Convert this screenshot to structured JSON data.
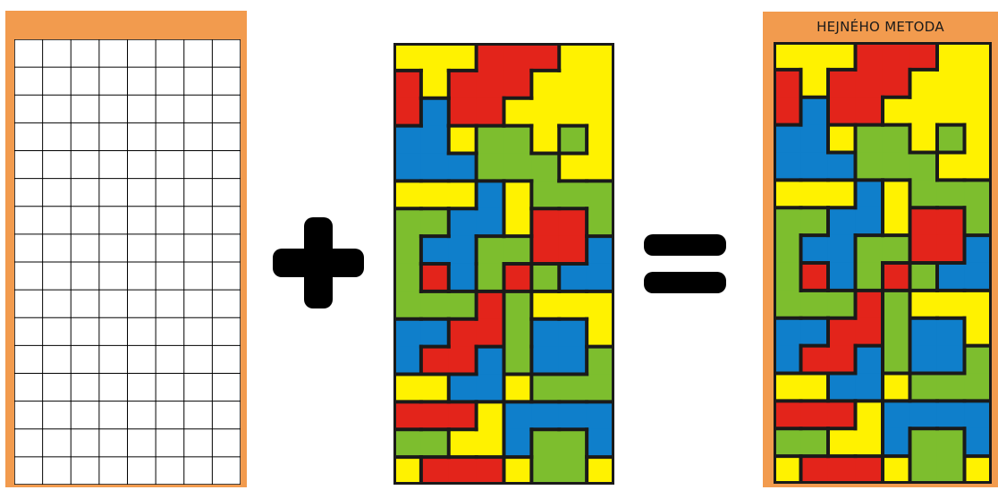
{
  "result": {
    "title": "HEJNÉHO METODA"
  },
  "grid": {
    "rows": 16,
    "cols": 8
  },
  "symbols": {
    "plus": "plus-sign",
    "equals": "equals-sign"
  },
  "colors": {
    "frame": "#F29B4E",
    "outline": "#1a1a1a",
    "yellow": "#FFF200",
    "red": "#E3241B",
    "blue": "#0F7FCB",
    "green": "#7DBE2E"
  },
  "pieces": [
    [
      "Y",
      "Y",
      "Y",
      "R",
      "R",
      "R",
      "Y",
      "Y"
    ],
    [
      "R",
      "Y",
      "R",
      "R",
      "R",
      "Y",
      "Y",
      "Y"
    ],
    [
      "R",
      "B",
      "R",
      "R",
      "Y",
      "Y",
      "Y",
      "Y"
    ],
    [
      "B",
      "B",
      "Y",
      "G",
      "G",
      "Y",
      "G",
      "Y"
    ],
    [
      "B",
      "B",
      "B",
      "G",
      "G",
      "G",
      "Y",
      "Y"
    ],
    [
      "Y",
      "Y",
      "Y",
      "B",
      "Y",
      "G",
      "G",
      "G"
    ],
    [
      "G",
      "G",
      "B",
      "B",
      "Y",
      "R",
      "R",
      "G"
    ],
    [
      "G",
      "B",
      "B",
      "G",
      "G",
      "R",
      "R",
      "B"
    ],
    [
      "G",
      "R",
      "B",
      "G",
      "R",
      "G",
      "B",
      "B"
    ],
    [
      "G",
      "G",
      "G",
      "R",
      "G",
      "Y",
      "Y",
      "Y"
    ],
    [
      "B",
      "B",
      "R",
      "R",
      "G",
      "B",
      "B",
      "Y"
    ],
    [
      "B",
      "R",
      "R",
      "B",
      "G",
      "B",
      "B",
      "G"
    ],
    [
      "Y",
      "Y",
      "B",
      "B",
      "Y",
      "G",
      "G",
      "G"
    ],
    [
      "R",
      "R",
      "R",
      "Y",
      "B",
      "B",
      "B",
      "B"
    ],
    [
      "G",
      "G",
      "Y",
      "Y",
      "B",
      "G",
      "G",
      "B"
    ],
    [
      "Y",
      "R",
      "R",
      "R",
      "Y",
      "G",
      "G",
      "Y"
    ]
  ]
}
